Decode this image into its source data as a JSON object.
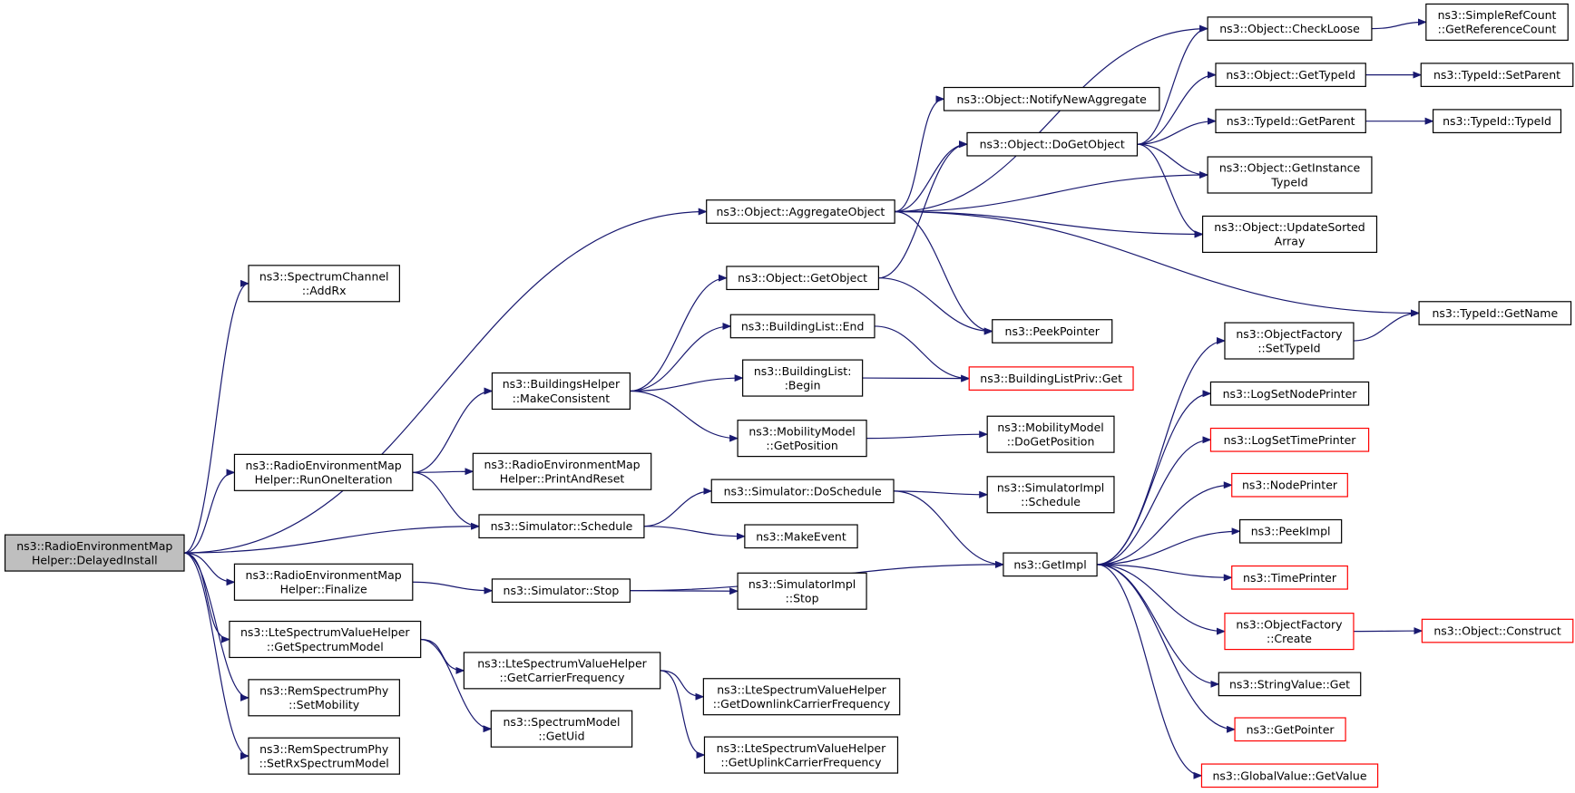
{
  "colors": {
    "edge": "#191970",
    "node_border": "#000000",
    "truncated_border": "#ff0000",
    "root_fill": "#bfbfbf",
    "background": "#ffffff"
  },
  "nodes": [
    {
      "id": "root",
      "lines": [
        "ns3::RadioEnvironmentMap",
        "Helper::DelayedInstall"
      ],
      "style": "root"
    },
    {
      "id": "addrx",
      "lines": [
        "ns3::SpectrumChannel",
        "::AddRx"
      ],
      "style": "normal"
    },
    {
      "id": "aggregate",
      "lines": [
        "ns3::Object::AggregateObject"
      ],
      "style": "normal"
    },
    {
      "id": "runone",
      "lines": [
        "ns3::RadioEnvironmentMap",
        "Helper::RunOneIteration"
      ],
      "style": "normal"
    },
    {
      "id": "schedule",
      "lines": [
        "ns3::Simulator::Schedule"
      ],
      "style": "normal"
    },
    {
      "id": "finalize",
      "lines": [
        "ns3::RadioEnvironmentMap",
        "Helper::Finalize"
      ],
      "style": "normal"
    },
    {
      "id": "getspecmodel",
      "lines": [
        "ns3::LteSpectrumValueHelper",
        "::GetSpectrumModel"
      ],
      "style": "normal"
    },
    {
      "id": "setmobility",
      "lines": [
        "ns3::RemSpectrumPhy",
        "::SetMobility"
      ],
      "style": "normal"
    },
    {
      "id": "setrxspec",
      "lines": [
        "ns3::RemSpectrumPhy",
        "::SetRxSpectrumModel"
      ],
      "style": "normal"
    },
    {
      "id": "makeconsistent",
      "lines": [
        "ns3::BuildingsHelper",
        "::MakeConsistent"
      ],
      "style": "normal"
    },
    {
      "id": "printreset",
      "lines": [
        "ns3::RadioEnvironmentMap",
        "Helper::PrintAndReset"
      ],
      "style": "normal"
    },
    {
      "id": "stop",
      "lines": [
        "ns3::Simulator::Stop"
      ],
      "style": "normal"
    },
    {
      "id": "getcarrier",
      "lines": [
        "ns3::LteSpectrumValueHelper",
        "::GetCarrierFrequency"
      ],
      "style": "normal"
    },
    {
      "id": "getuid",
      "lines": [
        "ns3::SpectrumModel",
        "::GetUid"
      ],
      "style": "normal"
    },
    {
      "id": "getobject",
      "lines": [
        "ns3::Object::GetObject"
      ],
      "style": "normal"
    },
    {
      "id": "blend",
      "lines": [
        "ns3::BuildingList::End"
      ],
      "style": "normal"
    },
    {
      "id": "blbegin",
      "lines": [
        "ns3::BuildingList:",
        ":Begin"
      ],
      "style": "normal"
    },
    {
      "id": "mobgetpos",
      "lines": [
        "ns3::MobilityModel",
        "::GetPosition"
      ],
      "style": "normal"
    },
    {
      "id": "doschedule",
      "lines": [
        "ns3::Simulator::DoSchedule"
      ],
      "style": "normal"
    },
    {
      "id": "makeevent",
      "lines": [
        "ns3::MakeEvent"
      ],
      "style": "normal"
    },
    {
      "id": "simimplstop",
      "lines": [
        "ns3::SimulatorImpl",
        "::Stop"
      ],
      "style": "normal"
    },
    {
      "id": "getdownlink",
      "lines": [
        "ns3::LteSpectrumValueHelper",
        "::GetDownlinkCarrierFrequency"
      ],
      "style": "normal"
    },
    {
      "id": "getuplink",
      "lines": [
        "ns3::LteSpectrumValueHelper",
        "::GetUplinkCarrierFrequency"
      ],
      "style": "normal"
    },
    {
      "id": "notifynew",
      "lines": [
        "ns3::Object::NotifyNewAggregate"
      ],
      "style": "normal"
    },
    {
      "id": "dogetobject",
      "lines": [
        "ns3::Object::DoGetObject"
      ],
      "style": "normal"
    },
    {
      "id": "peekpointer",
      "lines": [
        "ns3::PeekPointer"
      ],
      "style": "normal"
    },
    {
      "id": "blprivget",
      "lines": [
        "ns3::BuildingListPriv::Get"
      ],
      "style": "truncated"
    },
    {
      "id": "mobdogetpos",
      "lines": [
        "ns3::MobilityModel",
        "::DoGetPosition"
      ],
      "style": "normal"
    },
    {
      "id": "simimplschedule",
      "lines": [
        "ns3::SimulatorImpl",
        "::Schedule"
      ],
      "style": "normal"
    },
    {
      "id": "getimpl",
      "lines": [
        "ns3::GetImpl"
      ],
      "style": "normal"
    },
    {
      "id": "checkloose",
      "lines": [
        "ns3::Object::CheckLoose"
      ],
      "style": "normal"
    },
    {
      "id": "gettypeid",
      "lines": [
        "ns3::Object::GetTypeId"
      ],
      "style": "normal"
    },
    {
      "id": "typeidgetparent",
      "lines": [
        "ns3::TypeId::GetParent"
      ],
      "style": "normal"
    },
    {
      "id": "getinstancetypeid",
      "lines": [
        "ns3::Object::GetInstance",
        "TypeId"
      ],
      "style": "normal"
    },
    {
      "id": "updatesorted",
      "lines": [
        "ns3::Object::UpdateSorted",
        "Array"
      ],
      "style": "normal"
    },
    {
      "id": "ofsettypeid",
      "lines": [
        "ns3::ObjectFactory",
        "::SetTypeId"
      ],
      "style": "normal"
    },
    {
      "id": "logsetnode",
      "lines": [
        "ns3::LogSetNodePrinter"
      ],
      "style": "normal"
    },
    {
      "id": "logsettime",
      "lines": [
        "ns3::LogSetTimePrinter"
      ],
      "style": "truncated"
    },
    {
      "id": "nodeprinter",
      "lines": [
        "ns3::NodePrinter"
      ],
      "style": "truncated"
    },
    {
      "id": "peekimpl",
      "lines": [
        "ns3::PeekImpl"
      ],
      "style": "normal"
    },
    {
      "id": "timeprinter",
      "lines": [
        "ns3::TimePrinter"
      ],
      "style": "truncated"
    },
    {
      "id": "ofcreate",
      "lines": [
        "ns3::ObjectFactory",
        "::Create"
      ],
      "style": "truncated"
    },
    {
      "id": "stringvalueget",
      "lines": [
        "ns3::StringValue::Get"
      ],
      "style": "normal"
    },
    {
      "id": "getpointer",
      "lines": [
        "ns3::GetPointer"
      ],
      "style": "truncated"
    },
    {
      "id": "globalvalueget",
      "lines": [
        "ns3::GlobalValue::GetValue"
      ],
      "style": "truncated"
    },
    {
      "id": "getrefcount",
      "lines": [
        "ns3::SimpleRefCount",
        "::GetReferenceCount"
      ],
      "style": "normal"
    },
    {
      "id": "setparent",
      "lines": [
        "ns3::TypeId::SetParent"
      ],
      "style": "normal"
    },
    {
      "id": "typeidtypeid",
      "lines": [
        "ns3::TypeId::TypeId"
      ],
      "style": "normal"
    },
    {
      "id": "typeidgetname",
      "lines": [
        "ns3::TypeId::GetName"
      ],
      "style": "normal"
    },
    {
      "id": "objconstruct",
      "lines": [
        "ns3::Object::Construct"
      ],
      "style": "truncated"
    }
  ],
  "edges": [
    [
      "root",
      "addrx"
    ],
    [
      "root",
      "aggregate"
    ],
    [
      "root",
      "runone"
    ],
    [
      "root",
      "schedule"
    ],
    [
      "root",
      "finalize"
    ],
    [
      "root",
      "getspecmodel"
    ],
    [
      "root",
      "setmobility"
    ],
    [
      "root",
      "setrxspec"
    ],
    [
      "runone",
      "makeconsistent"
    ],
    [
      "runone",
      "printreset"
    ],
    [
      "runone",
      "schedule"
    ],
    [
      "finalize",
      "stop"
    ],
    [
      "getspecmodel",
      "getcarrier"
    ],
    [
      "getspecmodel",
      "getuid"
    ],
    [
      "makeconsistent",
      "getobject"
    ],
    [
      "makeconsistent",
      "blend"
    ],
    [
      "makeconsistent",
      "blbegin"
    ],
    [
      "makeconsistent",
      "mobgetpos"
    ],
    [
      "schedule",
      "doschedule"
    ],
    [
      "schedule",
      "makeevent"
    ],
    [
      "stop",
      "simimplstop"
    ],
    [
      "stop",
      "getimpl"
    ],
    [
      "getcarrier",
      "getdownlink"
    ],
    [
      "getcarrier",
      "getuplink"
    ],
    [
      "aggregate",
      "checkloose"
    ],
    [
      "aggregate",
      "notifynew"
    ],
    [
      "aggregate",
      "dogetobject"
    ],
    [
      "aggregate",
      "getinstancetypeid"
    ],
    [
      "aggregate",
      "updatesorted"
    ],
    [
      "aggregate",
      "peekpointer"
    ],
    [
      "aggregate",
      "typeidgetname"
    ],
    [
      "getobject",
      "dogetobject"
    ],
    [
      "getobject",
      "peekpointer"
    ],
    [
      "blend",
      "blprivget"
    ],
    [
      "blbegin",
      "blprivget"
    ],
    [
      "mobgetpos",
      "mobdogetpos"
    ],
    [
      "doschedule",
      "simimplschedule"
    ],
    [
      "doschedule",
      "getimpl"
    ],
    [
      "dogetobject",
      "checkloose"
    ],
    [
      "dogetobject",
      "gettypeid"
    ],
    [
      "dogetobject",
      "typeidgetparent"
    ],
    [
      "dogetobject",
      "getinstancetypeid"
    ],
    [
      "dogetobject",
      "updatesorted"
    ],
    [
      "checkloose",
      "getrefcount"
    ],
    [
      "gettypeid",
      "setparent"
    ],
    [
      "typeidgetparent",
      "typeidtypeid"
    ],
    [
      "ofsettypeid",
      "typeidgetname"
    ],
    [
      "getimpl",
      "ofsettypeid"
    ],
    [
      "getimpl",
      "logsetnode"
    ],
    [
      "getimpl",
      "logsettime"
    ],
    [
      "getimpl",
      "nodeprinter"
    ],
    [
      "getimpl",
      "peekimpl"
    ],
    [
      "getimpl",
      "timeprinter"
    ],
    [
      "getimpl",
      "ofcreate"
    ],
    [
      "getimpl",
      "stringvalueget"
    ],
    [
      "getimpl",
      "getpointer"
    ],
    [
      "getimpl",
      "globalvalueget"
    ],
    [
      "ofcreate",
      "objconstruct"
    ]
  ]
}
